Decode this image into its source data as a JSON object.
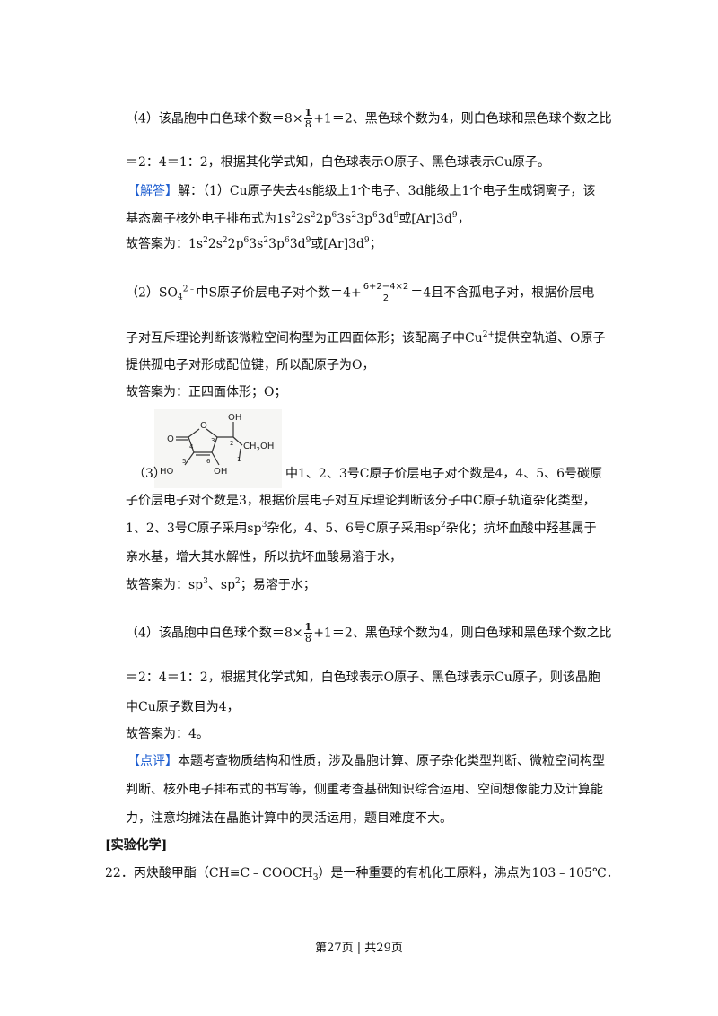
{
  "p4a": {
    "line1_pre": "（4）该晶胞中白色球个数＝8×",
    "frac_num": "1",
    "frac_den": "8",
    "line1_post": "+1＝2、黑色球个数为4，则白色球和黑色球个数之比",
    "line2": "＝2：4＝1：2，根据其化学式知，白色球表示O原子、黑色球表示Cu原子。"
  },
  "answer": {
    "tag": "【解答】",
    "l1": "解：（1）Cu原子失去4s能级上1个电子、3d能级上1个电子生成铜离子，该",
    "l2_pre": "基态离子核外电子排布式为1s",
    "l3_pre": "故答案为：1s",
    "config": {
      "s1": "2",
      "t1": "2s",
      "s2": "2",
      "t2": "2p",
      "s3": "6",
      "t3": "3s",
      "s4": "2",
      "t4": "3p",
      "s5": "6",
      "t5": "3d",
      "s6": "9",
      "t6": "或[Ar]3d",
      "s7": "9"
    },
    "l2_end": "，",
    "l3_end": "；"
  },
  "p2": {
    "pre": "（2）SO",
    "sub": "4",
    "sup": "2﹣",
    "mid": "中S原子价层电子对个数＝4+",
    "frac_num": "6+2−4×2",
    "frac_den": "2",
    "post": "＝4且不含孤电子对，根据价层电",
    "l2_pre": "子对互斥理论判断该微粒空间构型为正四面体形；该配离子中Cu",
    "l2_sup": "2+",
    "l2_post": "提供空轨道、O原子",
    "l3": "提供孤电子对形成配位键，所以配原子为O，",
    "l4": "故答案为：正四面体形；O；"
  },
  "p3": {
    "mol": {
      "o_ketone": "O",
      "o_ring": "O",
      "c4": "4",
      "c3": "3",
      "c2": "2",
      "c1": "1",
      "c5": "5",
      "c6": "6",
      "oh_top": "OH",
      "ch2oh": "CH",
      "ch2oh_sub": "2",
      "ch2oh_end": "OH",
      "ho_left": "HO",
      "oh_bottom": "OH"
    },
    "pre": "（3）",
    "post": "中1、2、3号C原子价层电子对个数是4，4、5、6号碳原",
    "l2": "子价层电子对个数是3，根据价层电子对互斥理论判断该分子中C原子轨道杂化类型，",
    "l3_pre": "1、2、3号C原子采用sp",
    "l3_sup1": "3",
    "l3_mid": "杂化，4、5、6号C原子采用sp",
    "l3_sup2": "2",
    "l3_post": "杂化；抗坏血酸中羟基属于",
    "l4": "亲水基，增大其水解性，所以抗坏血酸易溶于水，",
    "l5_pre": "故答案为：sp",
    "l5_sup1": "3",
    "l5_mid": "、sp",
    "l5_sup2": "2",
    "l5_post": "；易溶于水；"
  },
  "p4b": {
    "line1_pre": "（4）该晶胞中白色球个数＝8×",
    "frac_num": "1",
    "frac_den": "8",
    "line1_post": "+1＝2、黑色球个数为4，则白色球和黑色球个数之比",
    "line2": "＝2：4＝1：2，根据其化学式知，白色球表示O原子、黑色球表示Cu原子，则该晶胞",
    "line3": "中Cu原子数目为4，",
    "line4": "故答案为：4。"
  },
  "comment": {
    "tag": "【点评】",
    "l1": "本题考查物质结构和性质，涉及晶胞计算、原子杂化类型判断、微粒空间构型",
    "l2": "判断、核外电子排布式的书写等，侧重考查基础知识综合运用、空间想像能力及计算能",
    "l3": "力，注意均摊法在晶胞计算中的灵活运用，题目难度不大。"
  },
  "section": {
    "heading": "[实验化学]"
  },
  "q22": {
    "pre": "22．丙炔酸甲酯（CH≡C﹣COOCH",
    "sub": "3",
    "post": "）是一种重要的有机化工原料，沸点为103﹣105℃．"
  },
  "footer": {
    "page": "第27页 | 共29页"
  }
}
